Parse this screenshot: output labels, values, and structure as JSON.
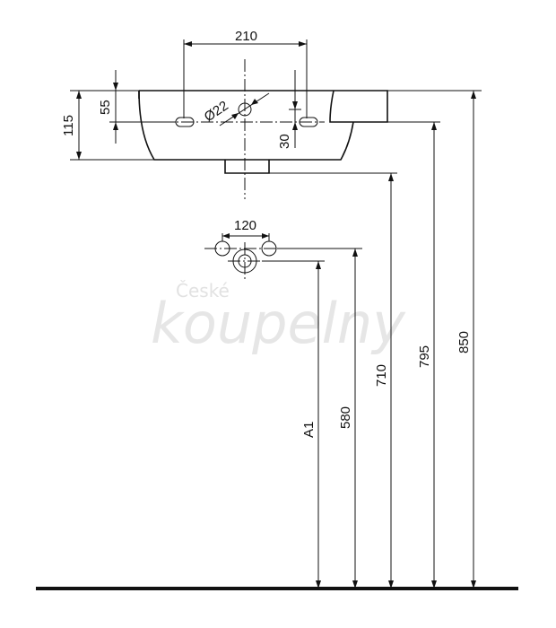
{
  "watermark": {
    "line1": "České",
    "line2": "koupelny"
  },
  "dimensions": {
    "basin_width": "210",
    "side_height": "115",
    "tap_depth": "55",
    "hole_diameter": "Ø22",
    "hole_offset": "30",
    "connection_spacing": "120",
    "a1": "A1",
    "h580": "580",
    "h710": "710",
    "h795": "795",
    "h850": "850"
  }
}
